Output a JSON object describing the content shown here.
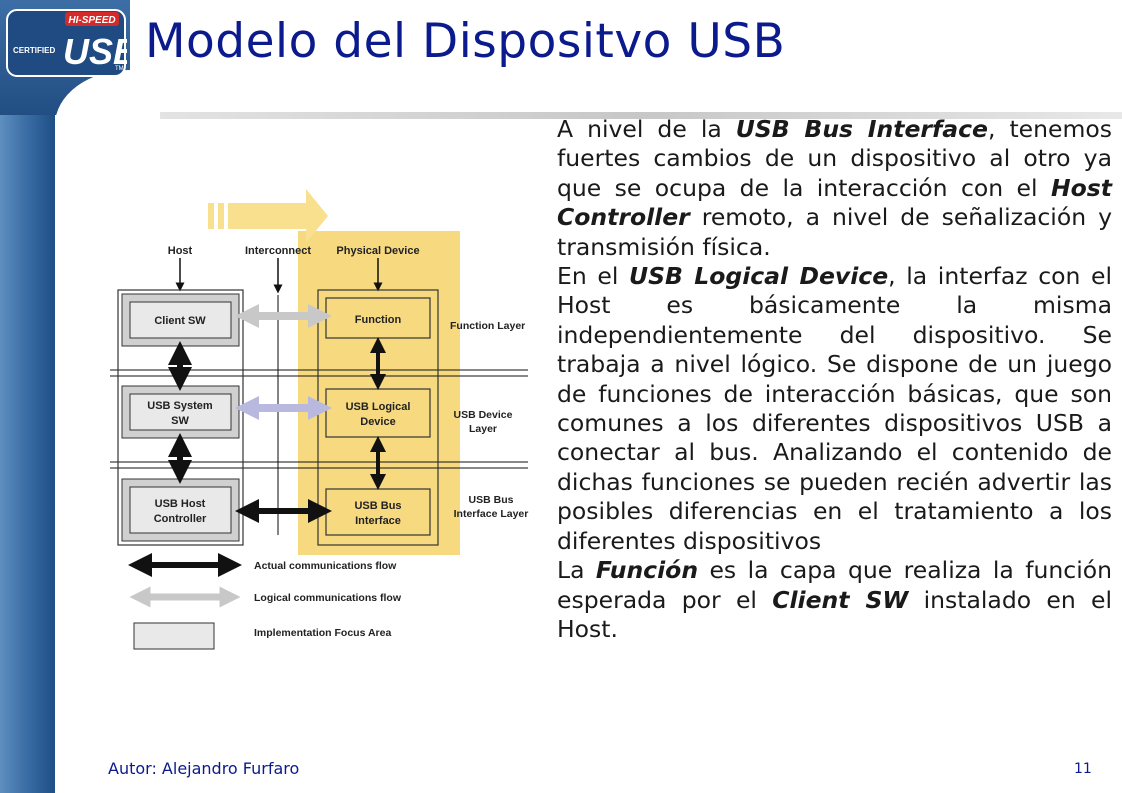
{
  "title": "Modelo del Dispositvo USB",
  "logo": {
    "top_text": "HI-SPEED",
    "main_text": "USB",
    "side_text": "CERTIFIED",
    "tm": "TM"
  },
  "diagram": {
    "columns": {
      "host": "Host",
      "interconnect": "Interconnect",
      "physical_device": "Physical Device"
    },
    "boxes": {
      "client_sw": "Client SW",
      "usb_system_sw_1": "USB System",
      "usb_system_sw_2": "SW",
      "usb_host_controller_1": "USB Host",
      "usb_host_controller_2": "Controller",
      "function": "Function",
      "usb_logical_device_1": "USB Logical",
      "usb_logical_device_2": "Device",
      "usb_bus_interface_1": "USB Bus",
      "usb_bus_interface_2": "Interface"
    },
    "layers": {
      "function_layer": "Function Layer",
      "usb_device_layer_1": "USB Device",
      "usb_device_layer_2": "Layer",
      "usb_bus_interface_layer_1": "USB Bus",
      "usb_bus_interface_layer_2": "Interface Layer"
    },
    "legend": {
      "actual": "Actual communications flow",
      "logical": "Logical communications flow",
      "focus": "Implementation Focus Area"
    },
    "colors": {
      "highlight": "#f6d46a",
      "arrow_top": "#f9e08e",
      "logical_arrow": "#c8c8c8",
      "logical_arrow_blue": "#b9b9e0"
    }
  },
  "paragraphs": [
    [
      {
        "t": "A nivel de la ",
        "b": false
      },
      {
        "t": "USB Bus Interface",
        "b": true
      },
      {
        "t": ", tenemos fuertes cambios de un dispositivo al otro ya que se ocupa de la interacción con el ",
        "b": false
      },
      {
        "t": "Host Controller",
        "b": true
      },
      {
        "t": " remoto, a nivel de señalización y transmisión física.",
        "b": false
      }
    ],
    [
      {
        "t": "En el ",
        "b": false
      },
      {
        "t": "USB Logical Device",
        "b": true
      },
      {
        "t": ", la interfaz con el Host es básicamente la misma independientemente del dispositivo. Se trabaja a nivel lógico. Se dispone de un juego de funciones de interacción básicas, que son comunes a los diferentes dispositivos USB a conectar al bus. Analizando el contenido de dichas funciones se pueden recién advertir las posibles diferencias en el tratamiento a los diferentes dispositivos",
        "b": false
      }
    ],
    [
      {
        "t": "La ",
        "b": false
      },
      {
        "t": "Función",
        "b": true
      },
      {
        "t": " es la capa que realiza la función esperada por el ",
        "b": false
      },
      {
        "t": "Client SW",
        "b": true
      },
      {
        "t": " instalado en el Host.",
        "b": false
      }
    ]
  ],
  "footer": {
    "author": "Autor: Alejandro Furfaro",
    "page": "11"
  }
}
